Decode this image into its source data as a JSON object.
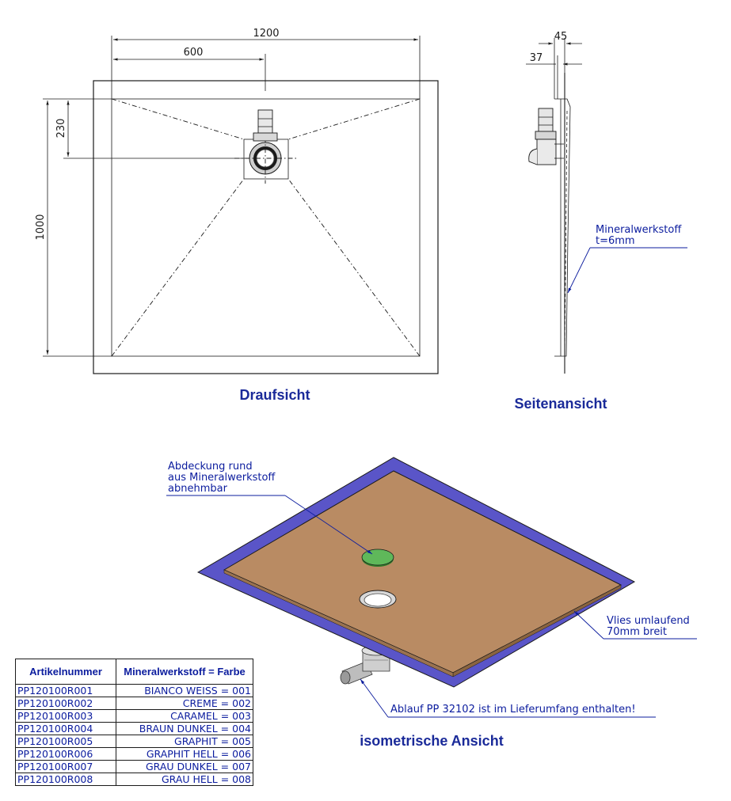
{
  "dimensions": {
    "width_total": "1200",
    "width_half": "600",
    "drain_offset": "230",
    "length": "1000",
    "side_45": "45",
    "side_37": "37"
  },
  "annotations": {
    "material_line1": "Mineralwerkstoff",
    "material_line2": "t=6mm",
    "cover_line1": "Abdeckung rund",
    "cover_line2": "aus Mineralwerkstoff",
    "cover_line3": "abnehmbar",
    "fleece_line1": "Vlies umlaufend",
    "fleece_line2": "70mm breit",
    "drain_note": "Ablauf PP 32102 ist im Lieferumfang enthalten!"
  },
  "views": {
    "top": "Draufsicht",
    "side": "Seitenansicht",
    "iso": "isometrische Ansicht"
  },
  "colors": {
    "fleece": "#5a55c8",
    "tray": "#b98b63",
    "cover": "#5fb85a",
    "annotation": "#0b1c9e"
  },
  "table": {
    "header_col1": "Artikelnummer",
    "header_col2": "Mineralwerkstoff = Farbe",
    "rows": [
      {
        "article": "PP120100R001",
        "color": "BIANCO WEISS = 001"
      },
      {
        "article": "PP120100R002",
        "color": "CREME = 002"
      },
      {
        "article": "PP120100R003",
        "color": "CARAMEL = 003"
      },
      {
        "article": "PP120100R004",
        "color": "BRAUN DUNKEL = 004"
      },
      {
        "article": "PP120100R005",
        "color": "GRAPHIT = 005"
      },
      {
        "article": "PP120100R006",
        "color": "GRAPHIT HELL = 006"
      },
      {
        "article": "PP120100R007",
        "color": "GRAU DUNKEL = 007"
      },
      {
        "article": "PP120100R008",
        "color": "GRAU HELL = 008"
      }
    ]
  }
}
